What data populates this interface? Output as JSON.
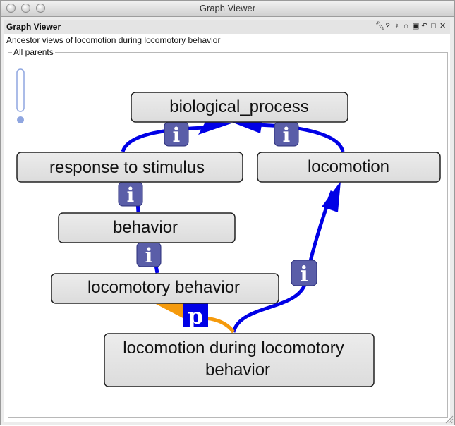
{
  "window": {
    "title": "Graph Viewer"
  },
  "panel": {
    "title": "Graph Viewer",
    "tools": [
      "wrench-icon",
      "help-icon",
      "bulb-icon",
      "home-icon",
      "camera-icon",
      "undo-icon",
      "restore-icon",
      "close-icon"
    ]
  },
  "view": {
    "subtitle": "Ancestor views of locomotion during locomotory behavior",
    "group_label": "All parents"
  },
  "graph": {
    "nodes": {
      "bp": "biological_process",
      "rts": "response to stimulus",
      "loco": "locomotion",
      "beh": "behavior",
      "lb": "locomotory behavior",
      "ldlb_line1": "locomotion during locomotory",
      "ldlb_line2": "behavior"
    },
    "edges": [
      {
        "from": "response to stimulus",
        "to": "biological_process",
        "relation": "is_a",
        "badge": "i",
        "color": "#0000e6"
      },
      {
        "from": "locomotion",
        "to": "biological_process",
        "relation": "is_a",
        "badge": "i",
        "color": "#0000e6"
      },
      {
        "from": "behavior",
        "to": "response to stimulus",
        "relation": "is_a",
        "badge": "i",
        "color": "#0000e6"
      },
      {
        "from": "locomotory behavior",
        "to": "behavior",
        "relation": "is_a",
        "badge": "i",
        "color": "#0000e6"
      },
      {
        "from": "locomotion during locomotory behavior",
        "to": "locomotion",
        "relation": "is_a",
        "badge": "i",
        "color": "#0000e6"
      },
      {
        "from": "locomotion during locomotory behavior",
        "to": "locomotory behavior",
        "relation": "part_of",
        "badge": "p",
        "color": "#f59a0c"
      }
    ],
    "badges": {
      "is_a": "i",
      "part_of": "p"
    }
  }
}
